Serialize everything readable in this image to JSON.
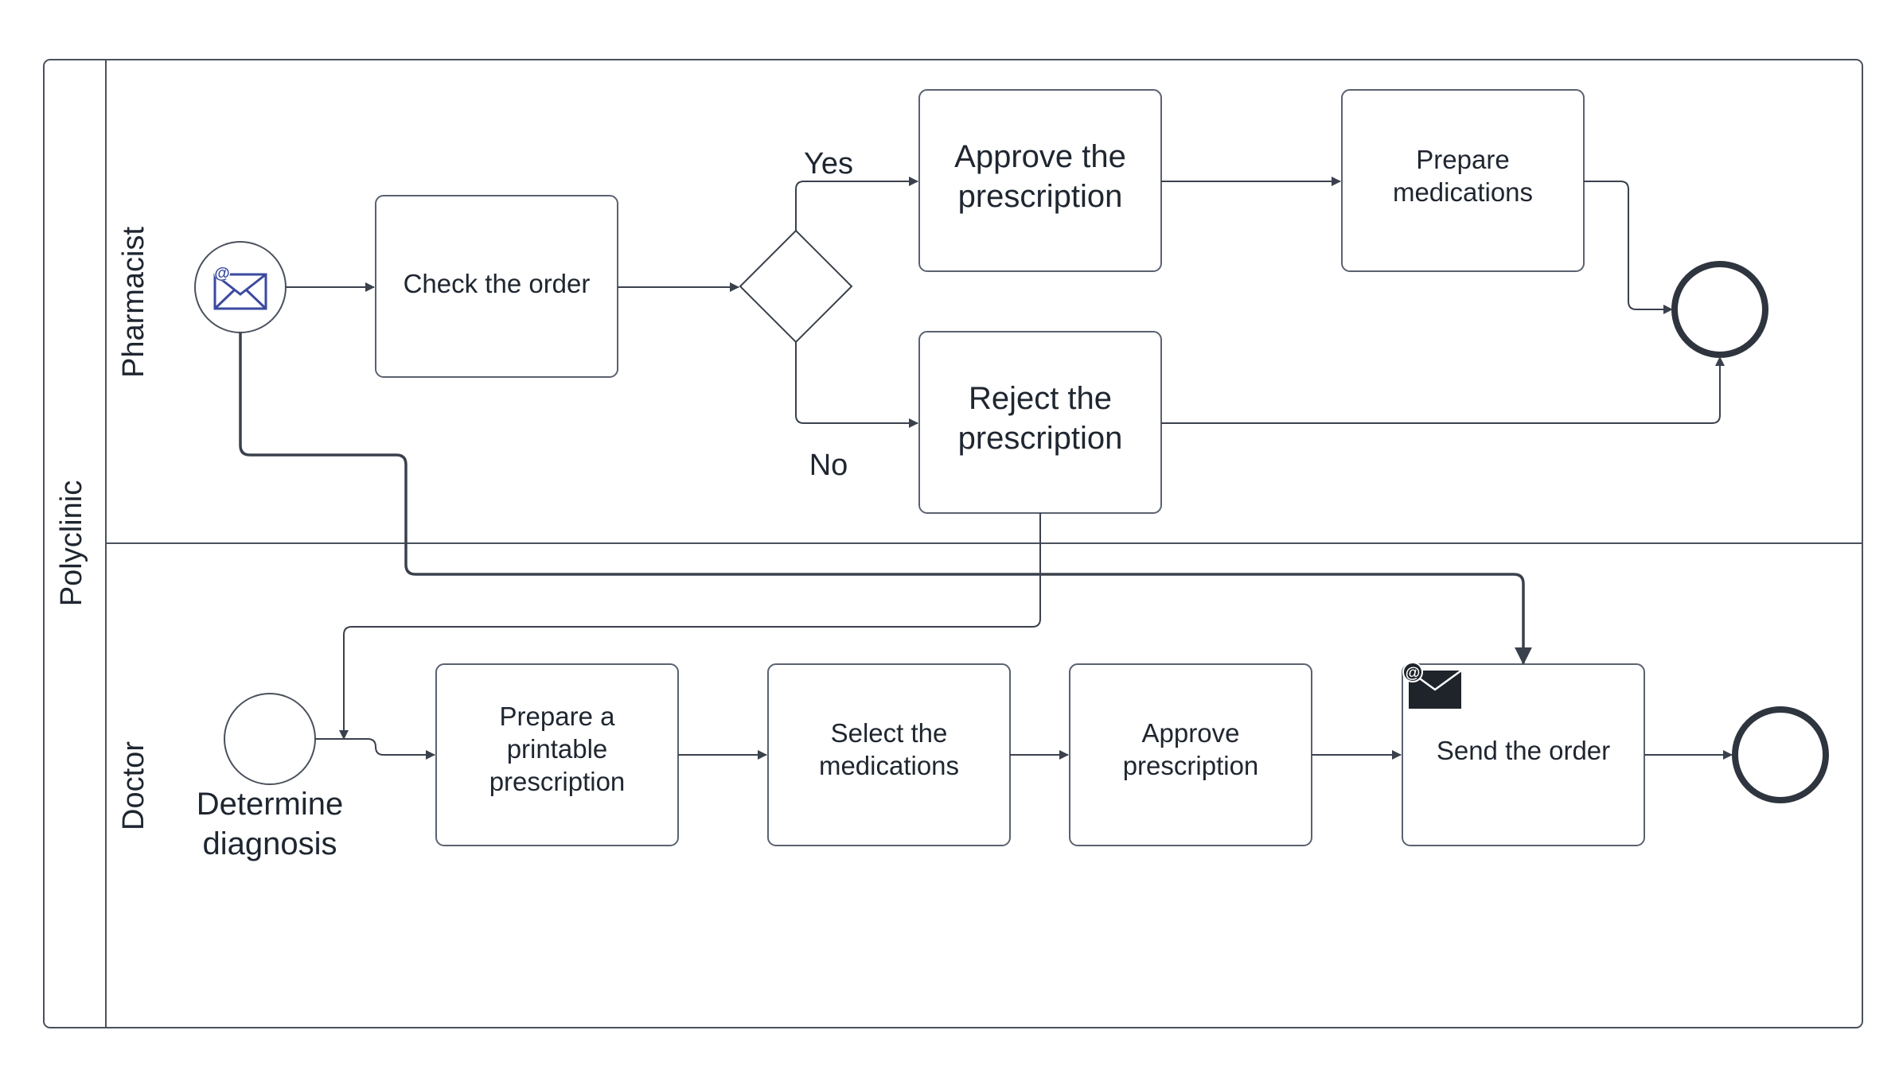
{
  "pool": {
    "label": "Polyclinic"
  },
  "lanes": {
    "pharmacist": "Pharmacist",
    "doctor": "Doctor"
  },
  "pharmacist": {
    "check_order": "Check the order",
    "approve_line1": "Approve the",
    "approve_line2": "prescription",
    "reject_line1": "Reject the",
    "reject_line2": "prescription",
    "prepare_line1": "Prepare",
    "prepare_line2": "medications",
    "gateway_yes": "Yes",
    "gateway_no": "No"
  },
  "doctor": {
    "start_line1": "Determine",
    "start_line2": "diagnosis",
    "printable_line1": "Prepare a",
    "printable_line2": "printable",
    "printable_line3": "prescription",
    "select_line1": "Select the",
    "select_line2": "medications",
    "approve_line1": "Approve",
    "approve_line2": "prescription",
    "send_order": "Send the order"
  },
  "icons": {
    "message_start": "envelope-at-icon",
    "message_send": "envelope-at-filled-icon"
  },
  "colors": {
    "stroke": "#3a414c",
    "envelope_blue": "#3a4aa0"
  }
}
